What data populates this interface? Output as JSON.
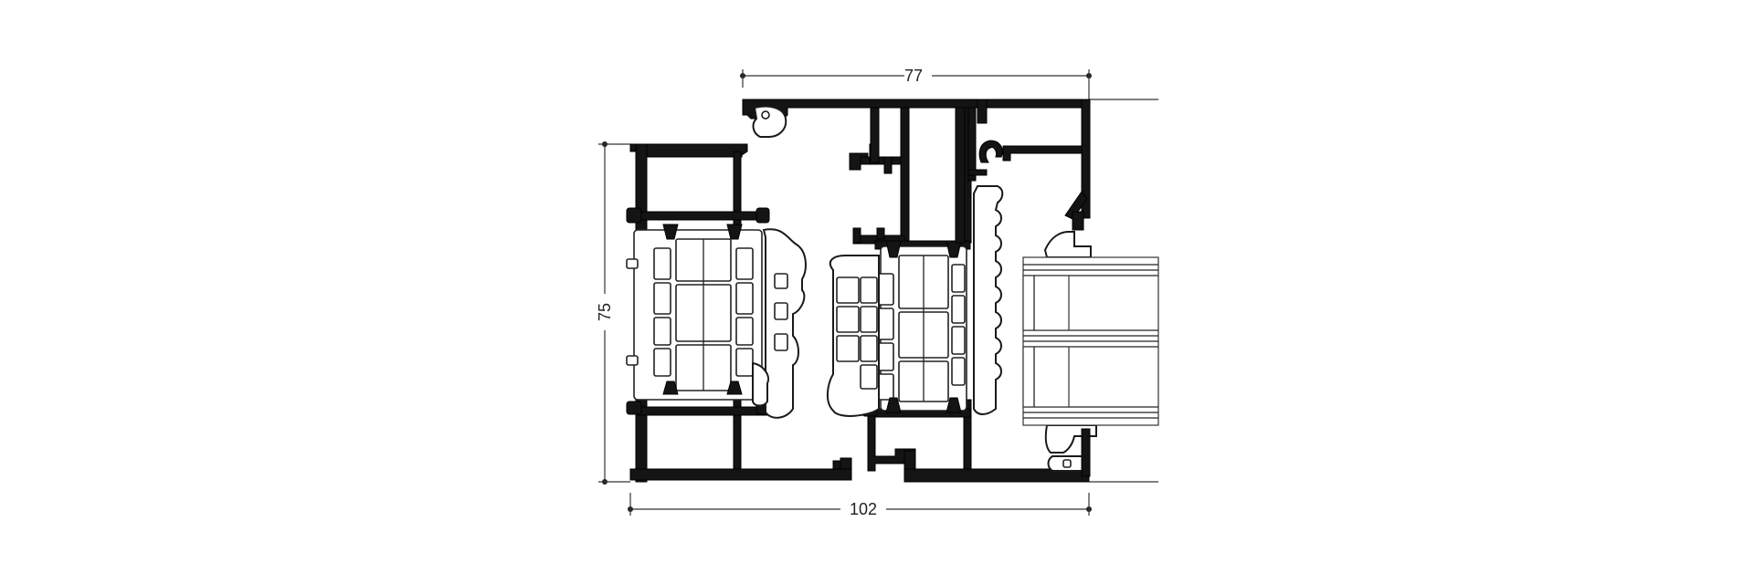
{
  "dimensions": {
    "top_width": "77",
    "bottom_width": "102",
    "left_height": "75"
  },
  "colors": {
    "metal": "#141414",
    "line": "#333333",
    "background": "#ffffff"
  }
}
